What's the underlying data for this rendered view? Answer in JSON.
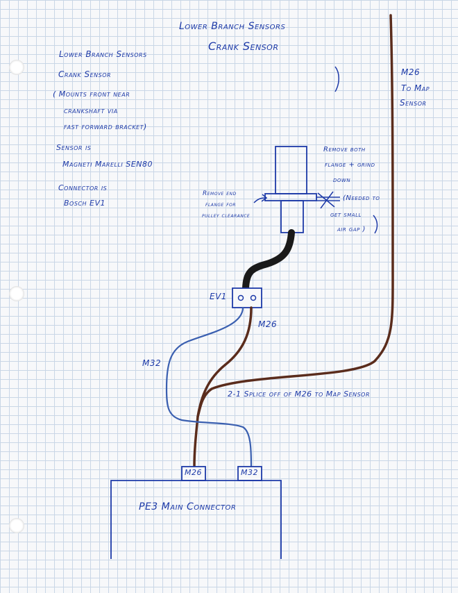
{
  "header": {
    "line1": "Lower Branch Sensors",
    "line2": "Crank Sensor"
  },
  "notes": {
    "title1": "Lower Branch Sensors",
    "title2": "Crank Sensor",
    "mount": [
      "( Mounts front near",
      "crankshaft via",
      "fast forward bracket)"
    ],
    "sensor": [
      "Sensor is",
      "Magneti Marelli SEN80"
    ],
    "connector": [
      "Connector is",
      "Bosch EV1"
    ]
  },
  "labels": {
    "m26_top": [
      "M26",
      "To Map",
      "Sensor"
    ],
    "remove_both": [
      "Remove both",
      "flange + grind",
      "down"
    ],
    "needed_to": "(Needed to",
    "get_small": [
      "get small",
      "air gap )"
    ],
    "remove_flange": [
      "Remove end",
      "flange for",
      "pulley clearance"
    ],
    "ev1": "EV1",
    "m26_mid": "M26",
    "m32": "M32",
    "splice": "2-1 Splice off of M26 to Map Sensor",
    "pin_m26": "M26",
    "pin_m32": "M32",
    "main_connector": "PE3 Main Connector"
  },
  "colors": {
    "ink": "#1d3aa8",
    "wire_brown": "#5a2c1c",
    "wire_blue": "#3a5fb0",
    "cable_black": "#1a1a1a"
  }
}
